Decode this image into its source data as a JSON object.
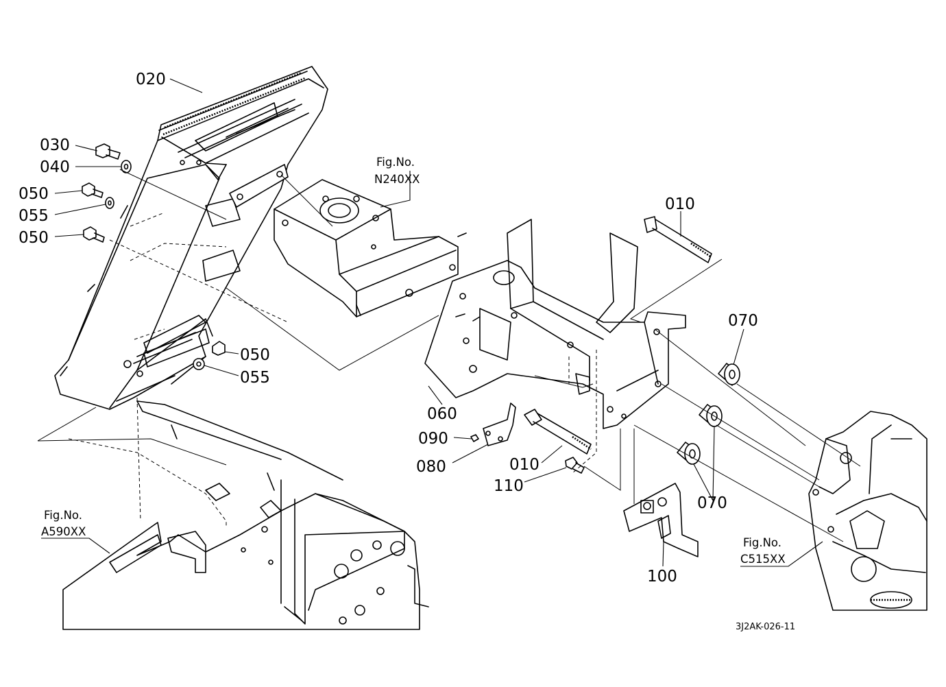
{
  "diagram": {
    "drawing_code": "3J2AK-026-11",
    "part_labels": {
      "p010a": "010",
      "p010b": "010",
      "p020": "020",
      "p030": "030",
      "p040": "040",
      "p050a": "050",
      "p050b": "050",
      "p050c": "050",
      "p055a": "055",
      "p055b": "055",
      "p060": "060",
      "p070a": "070",
      "p070b": "070",
      "p080": "080",
      "p090": "090",
      "p100": "100",
      "p110": "110"
    },
    "figure_refs": {
      "n240": {
        "caption": "Fig.No.",
        "code": "N240XX"
      },
      "a590": {
        "caption": "Fig.No.",
        "code": "A590XX"
      },
      "c515": {
        "caption": "Fig.No.",
        "code": "C515XX"
      }
    }
  }
}
